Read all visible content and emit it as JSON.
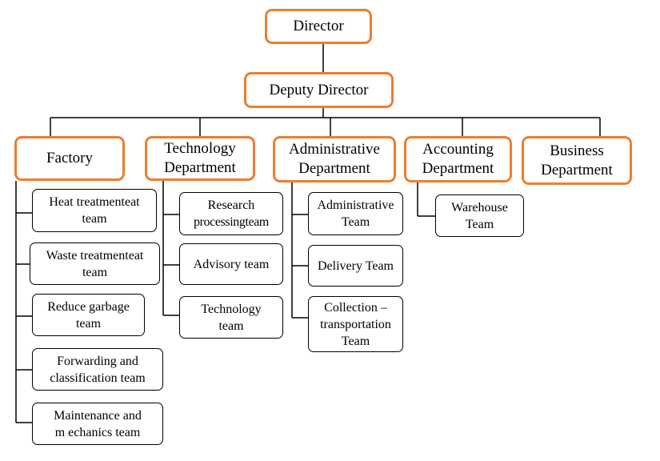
{
  "director": "Director",
  "deputy": "Deputy Director",
  "departments": {
    "factory": "Factory",
    "technology": [
      "Technology",
      "Department"
    ],
    "administrative": [
      "Administrative",
      "Department"
    ],
    "accounting": [
      "Accounting",
      "Department"
    ],
    "business": [
      "Business",
      "Department"
    ]
  },
  "factory_teams": [
    [
      "Heat treatmenteat",
      "team"
    ],
    [
      "Waste treatmenteat",
      "team"
    ],
    [
      "Reduce garbage",
      "team"
    ],
    [
      "Forwarding and",
      "classification team"
    ],
    [
      "Maintenance and",
      "m echanics team"
    ]
  ],
  "technology_teams": [
    [
      "Research",
      "processingteam"
    ],
    [
      "Advisory team"
    ],
    [
      "Technology",
      "team"
    ]
  ],
  "administrative_teams": [
    [
      "Administrative",
      "Team"
    ],
    [
      "Delivery Team"
    ],
    [
      "Collection –",
      "transportation",
      "Team"
    ]
  ],
  "accounting_teams": [
    [
      "Warehouse",
      "Team"
    ]
  ],
  "colors": {
    "accent_border": "#ed7d31",
    "line": "#000000"
  }
}
